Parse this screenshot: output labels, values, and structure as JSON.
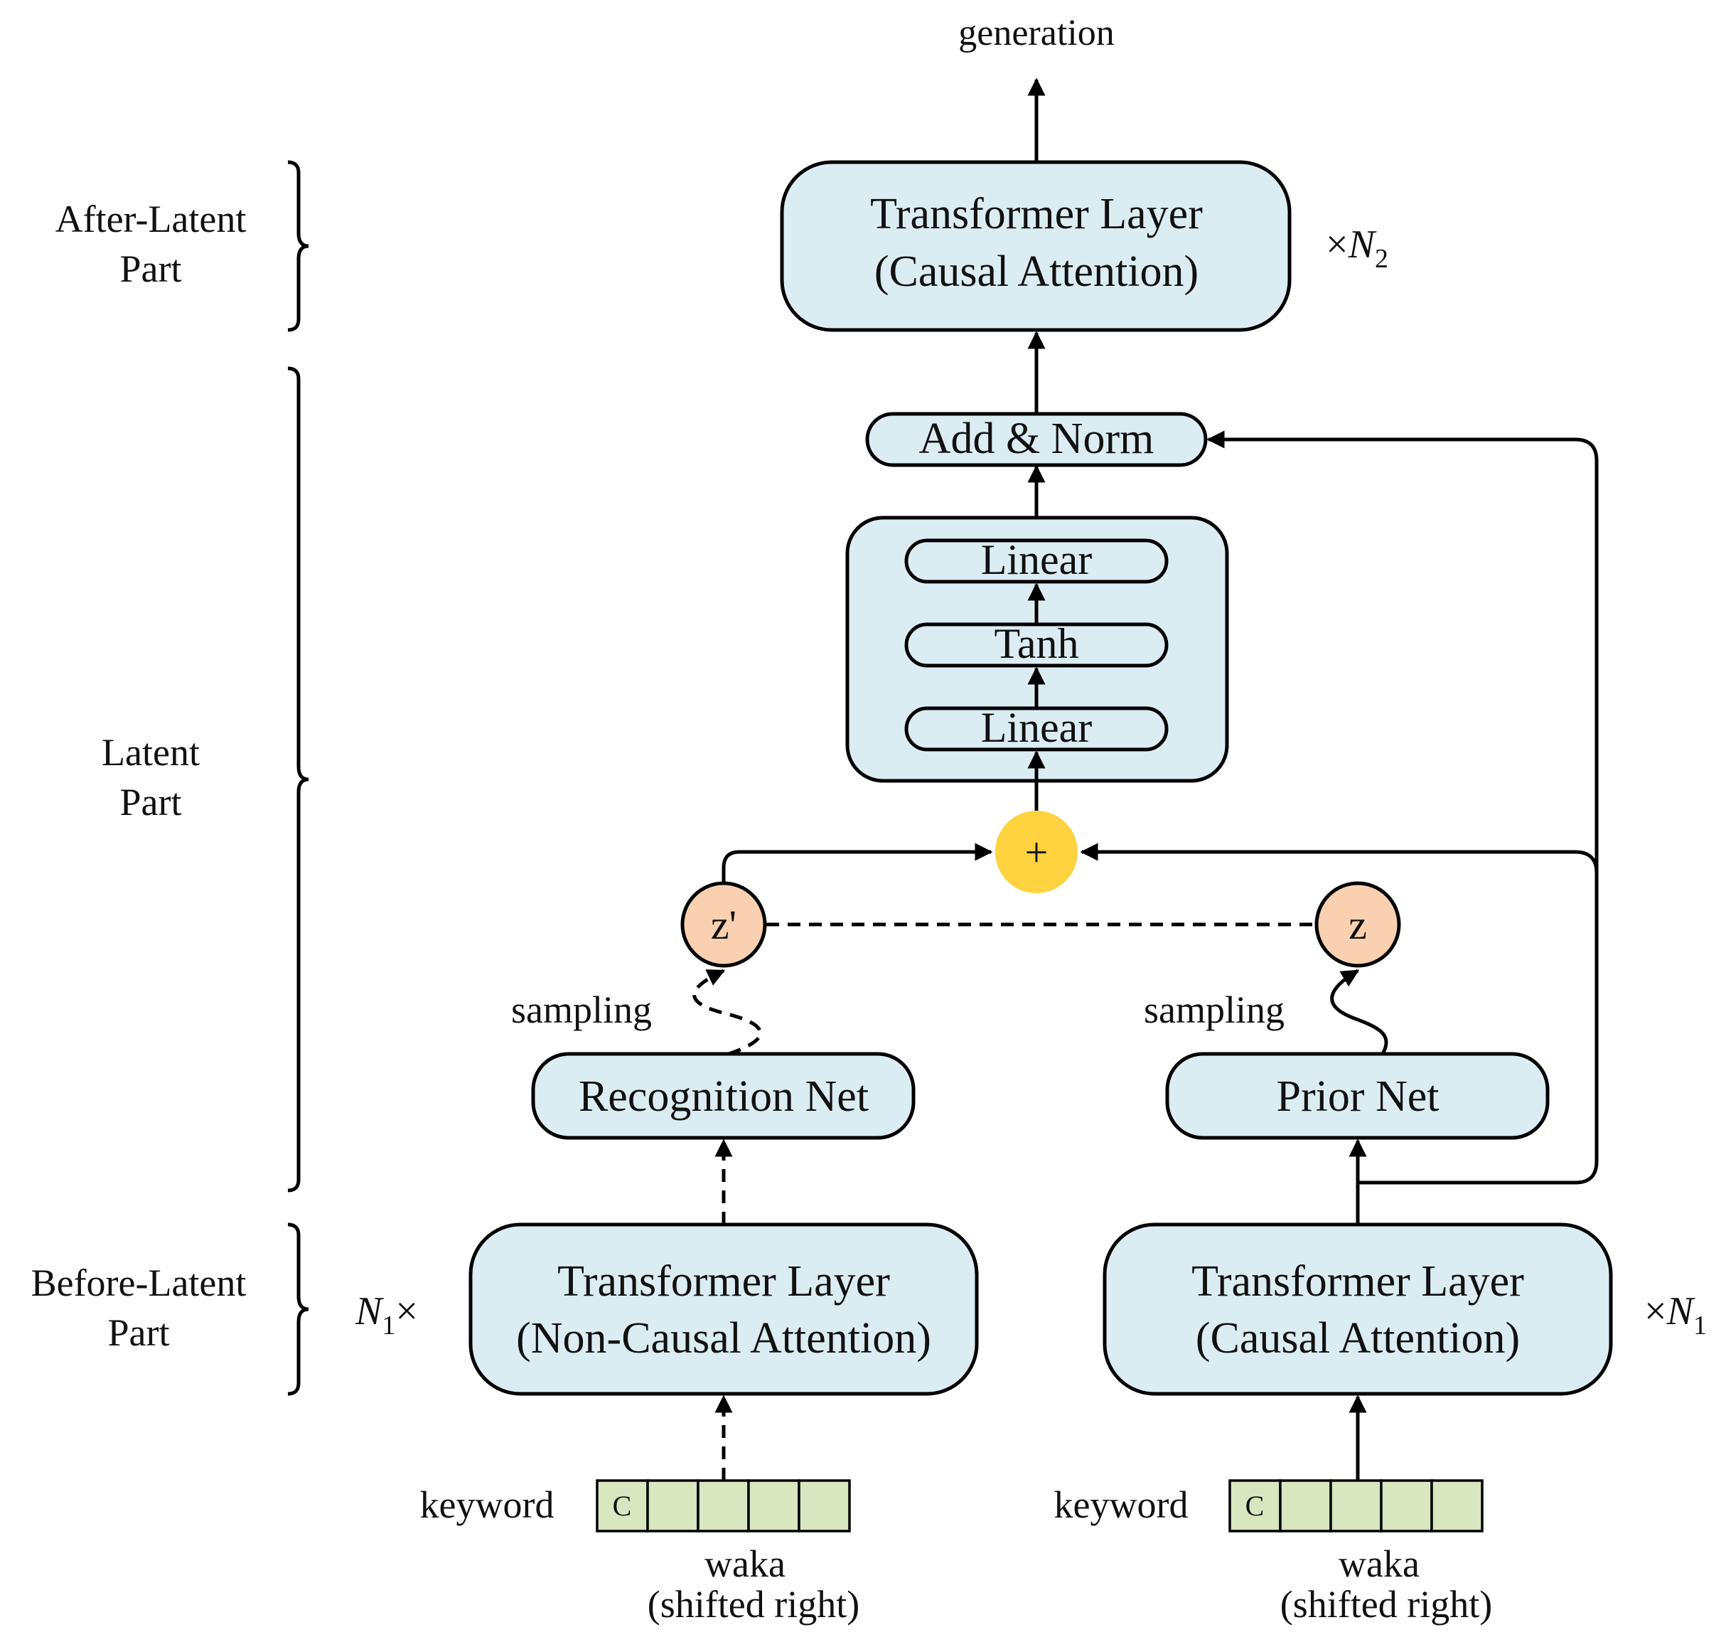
{
  "diagram": {
    "output_label": "generation",
    "sections": {
      "after_latent": [
        "After-Latent",
        "Part"
      ],
      "latent": [
        "Latent",
        "Part"
      ],
      "before_latent": [
        "Before-Latent",
        "Part"
      ]
    },
    "blocks": {
      "top_transformer": [
        "Transformer Layer",
        "(Causal Attention)"
      ],
      "add_norm": "Add & Norm",
      "linear_top": "Linear",
      "tanh": "Tanh",
      "linear_bottom": "Linear",
      "recognition_net": "Recognition Net",
      "prior_net": "Prior Net",
      "left_transformer": [
        "Transformer Layer",
        "(Non-Causal Attention)"
      ],
      "right_transformer": [
        "Transformer Layer",
        "(Causal Attention)"
      ]
    },
    "repeat_labels": {
      "n2": {
        "prefix": "×",
        "symbol": "N",
        "sub": "2"
      },
      "n1_left": {
        "symbol": "N",
        "sub": "1",
        "suffix": "×"
      },
      "n1_right": {
        "prefix": "×",
        "symbol": "N",
        "sub": "1"
      }
    },
    "nodes": {
      "plus": "+",
      "z_prime": "z'",
      "z": "z"
    },
    "sampling_label": "sampling",
    "inputs": {
      "keyword_label": "keyword",
      "cell_c": "C",
      "waka_label": [
        "waka",
        "(shifted right)"
      ]
    },
    "colors": {
      "block_fill": "#dbedf3",
      "plus_fill": "#ffd23f",
      "z_fill": "#f9d1b0",
      "cell_fill": "#d9e6c0"
    }
  }
}
